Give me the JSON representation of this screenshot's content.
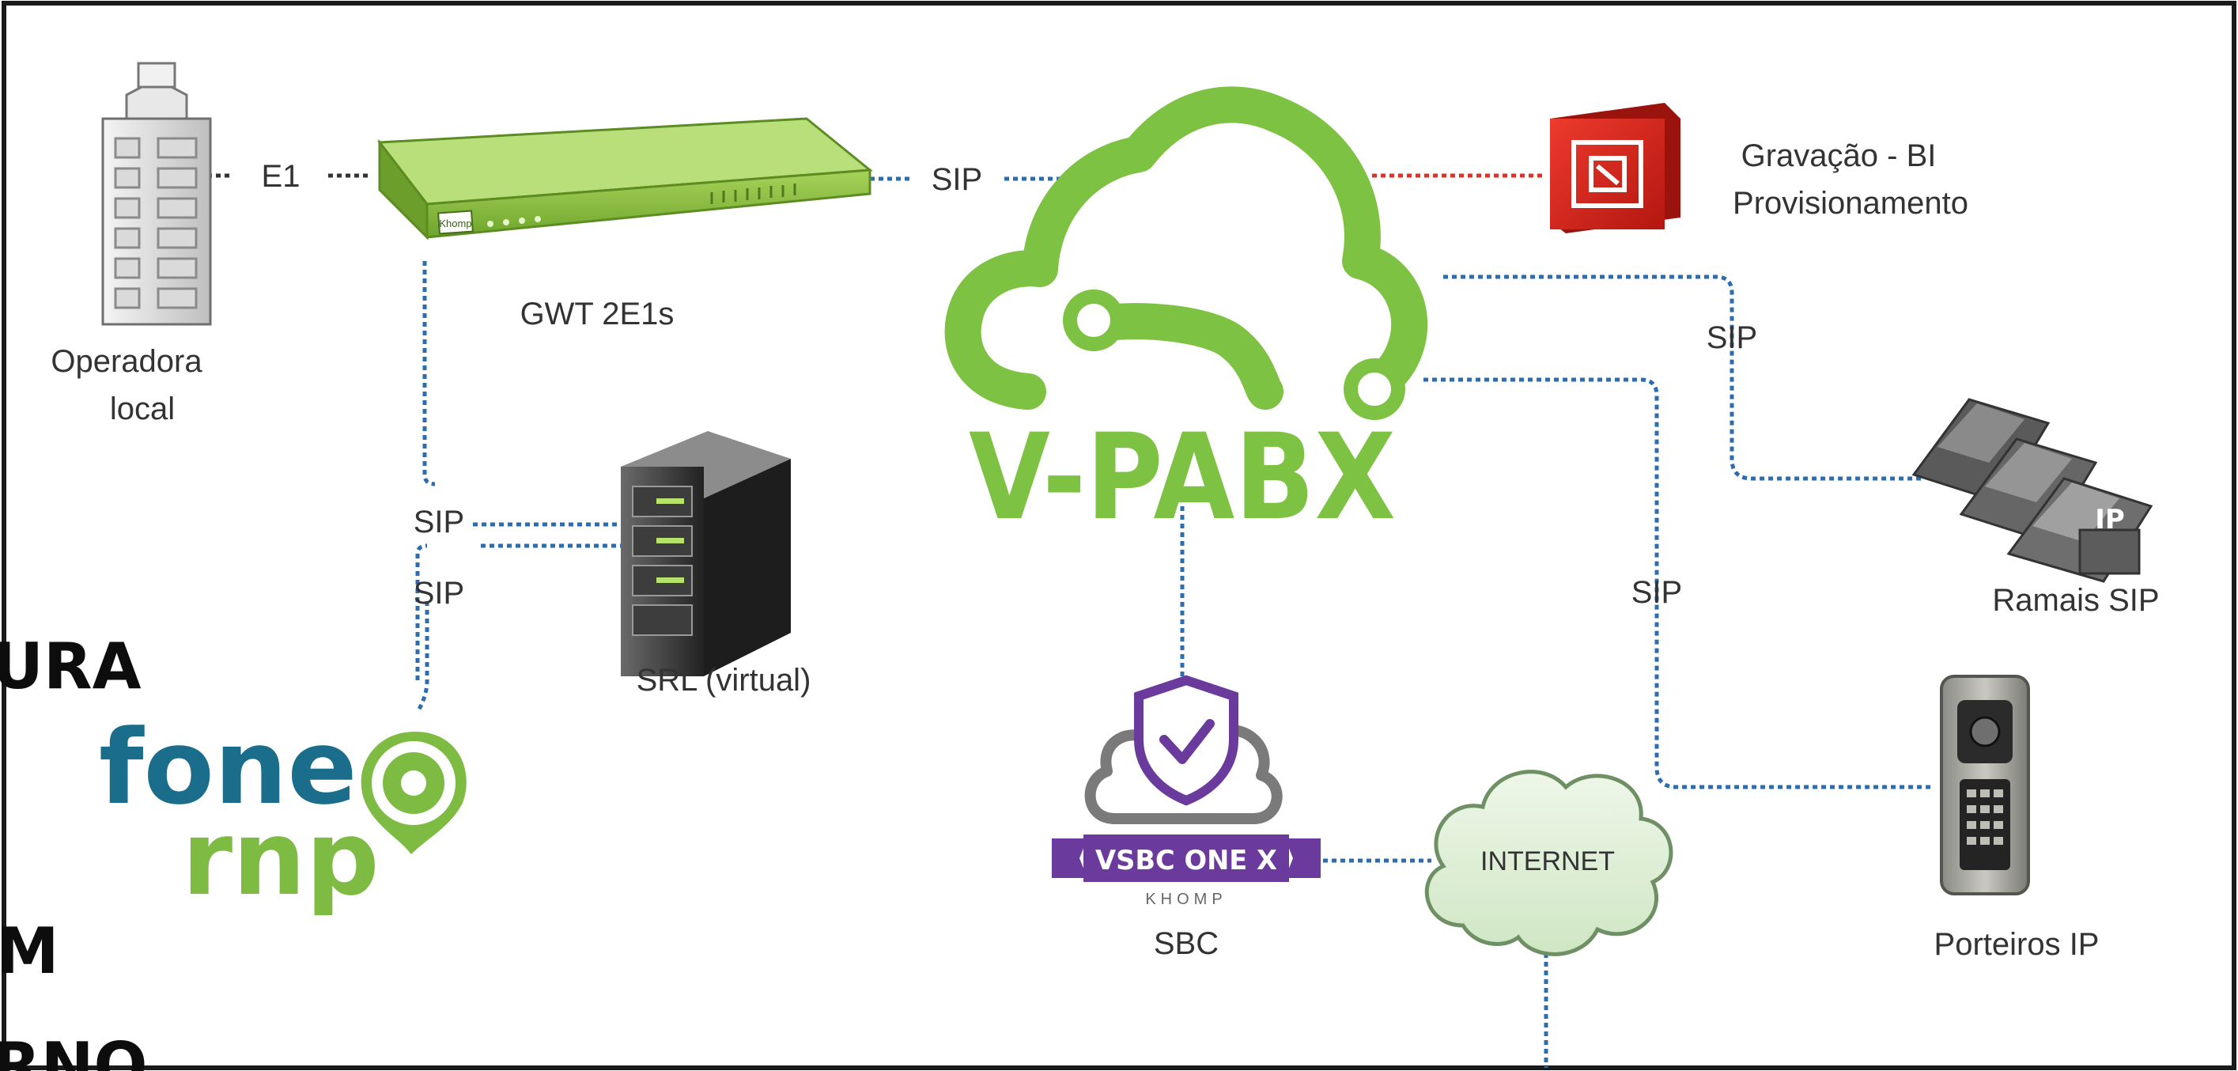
{
  "diagram": {
    "nodes": {
      "operadora": {
        "label_line1": "Operadora",
        "label_line2": "local"
      },
      "gateway": {
        "label": "GWT 2E1s",
        "badge": "Khomp"
      },
      "vpabx": {
        "label": "V-PABX"
      },
      "gravacao": {
        "label_line1": "Gravação - BI",
        "label_line2": "Provisionamento"
      },
      "srl": {
        "label": "SRL (virtual)"
      },
      "ramais": {
        "label": "Ramais SIP",
        "badge": "IP"
      },
      "sbc": {
        "label": "SBC",
        "ribbon": "VSBC ONE X",
        "brand": "KHOMP"
      },
      "internet": {
        "label": "INTERNET"
      },
      "porteiros": {
        "label": "Porteiros IP"
      },
      "fone": {
        "line1": "fone",
        "line2": "rnp"
      }
    },
    "edges": {
      "e1": "E1",
      "gw_sip": "SIP",
      "srl_sip_upper": "SIP",
      "srl_sip_lower": "SIP",
      "ramais_sip": "SIP",
      "porteiros_sip": "SIP"
    },
    "cut_text": {
      "top": "URA",
      "middle": "M",
      "bottom": "RNO"
    }
  },
  "colors": {
    "vpabx_green": "#7dc242",
    "gateway_green": "#8cc63f",
    "fone_blue": "#1b6d8c",
    "fone_green": "#7dbb42",
    "sip_link": "#2e6cb0",
    "record_link": "#d8352a",
    "sbc_purple": "#6a3a9c",
    "gravacao_red": "#d42a20"
  }
}
